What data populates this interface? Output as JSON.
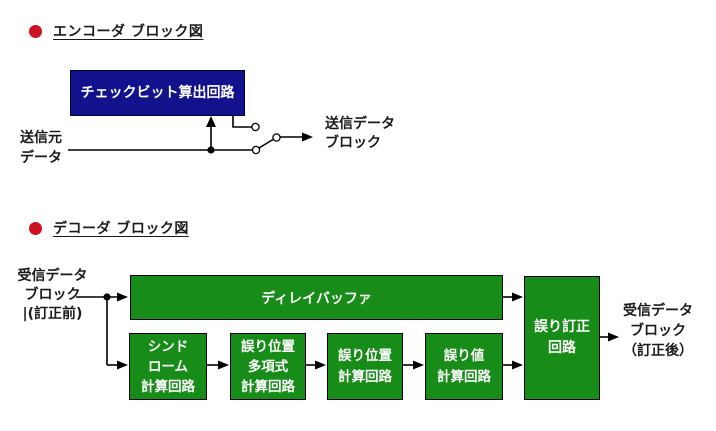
{
  "colors": {
    "bullet_red": "#cc1122",
    "encoder_box_blue": "#12128c",
    "decoder_box_green": "#188c18",
    "wire_black": "#000000",
    "box_text_white": "#ffffff",
    "label_text_black": "#1a1a1a"
  },
  "encoder": {
    "title": "エンコーダ ブロック図",
    "check_bit_box_label": "チェックビット算出回路",
    "source_label": "送信元\nデータ",
    "output_label": "送信データ\nブロック"
  },
  "decoder": {
    "title": "デコーダ ブロック図",
    "input_label": "受信データ\nブロック\n|(訂正前)",
    "delay_buffer_label": "ディレイバッファ",
    "syndrome_label": "シンド\nローム\n計算回路",
    "error_locator_polynomial_label": "誤り位置\n多項式\n計算回路",
    "error_position_label": "誤り位置\n計算回路",
    "error_value_label": "誤り値\n計算回路",
    "error_correction_label": "誤り訂正\n回路",
    "output_label": "受信データ\nブロック\n（訂正後）"
  }
}
